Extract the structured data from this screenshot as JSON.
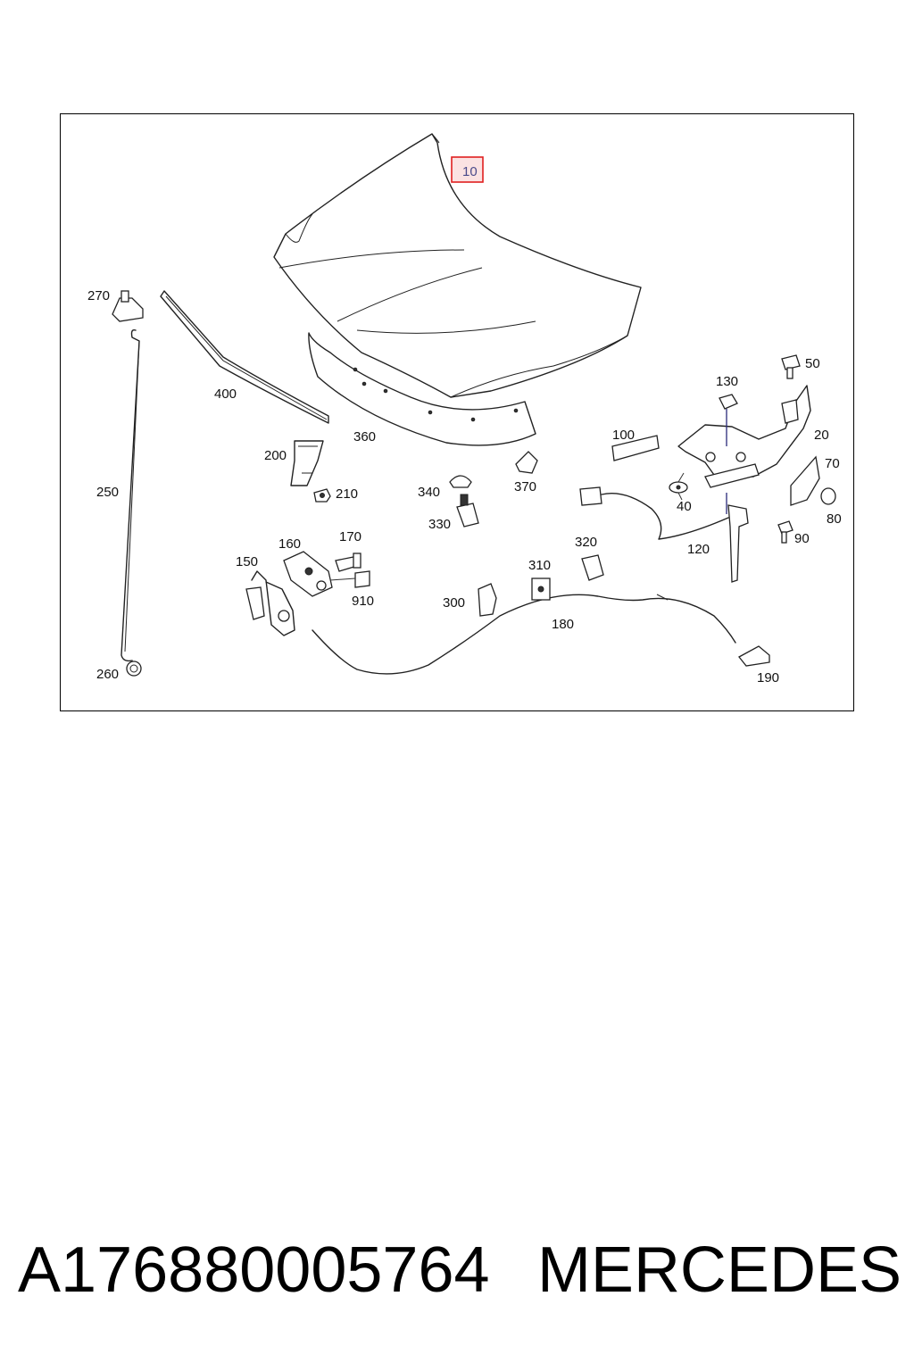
{
  "diagram": {
    "highlighted_part": "10",
    "highlight_color": "#e02020",
    "part_labels": [
      "10",
      "20",
      "40",
      "50",
      "70",
      "80",
      "90",
      "100",
      "120",
      "130",
      "150",
      "160",
      "170",
      "180",
      "190",
      "200",
      "210",
      "250",
      "260",
      "270",
      "300",
      "310",
      "320",
      "330",
      "340",
      "360",
      "370",
      "400",
      "910"
    ]
  },
  "caption": {
    "part_number": "A176880005764",
    "brand": "MERCEDES"
  }
}
